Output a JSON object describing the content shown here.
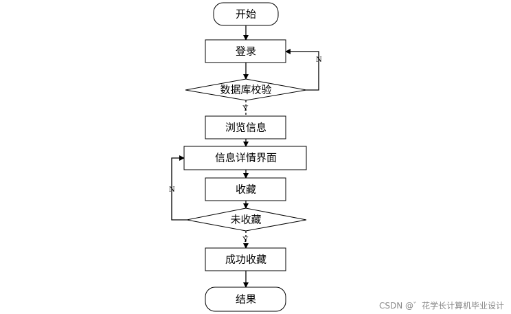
{
  "nodes": {
    "start": "开始",
    "login": "登录",
    "db_check": "数据库校验",
    "browse": "浏览信息",
    "detail": "信息详情界面",
    "collect": "收藏",
    "not_collected": "未收藏",
    "success": "成功收藏",
    "end": "结果"
  },
  "edge_labels": {
    "db_no": "N",
    "db_yes": "Y",
    "collect_no": "N",
    "collect_yes": "Y"
  },
  "watermark": "CSDN @゛花学长计算机毕业设计"
}
